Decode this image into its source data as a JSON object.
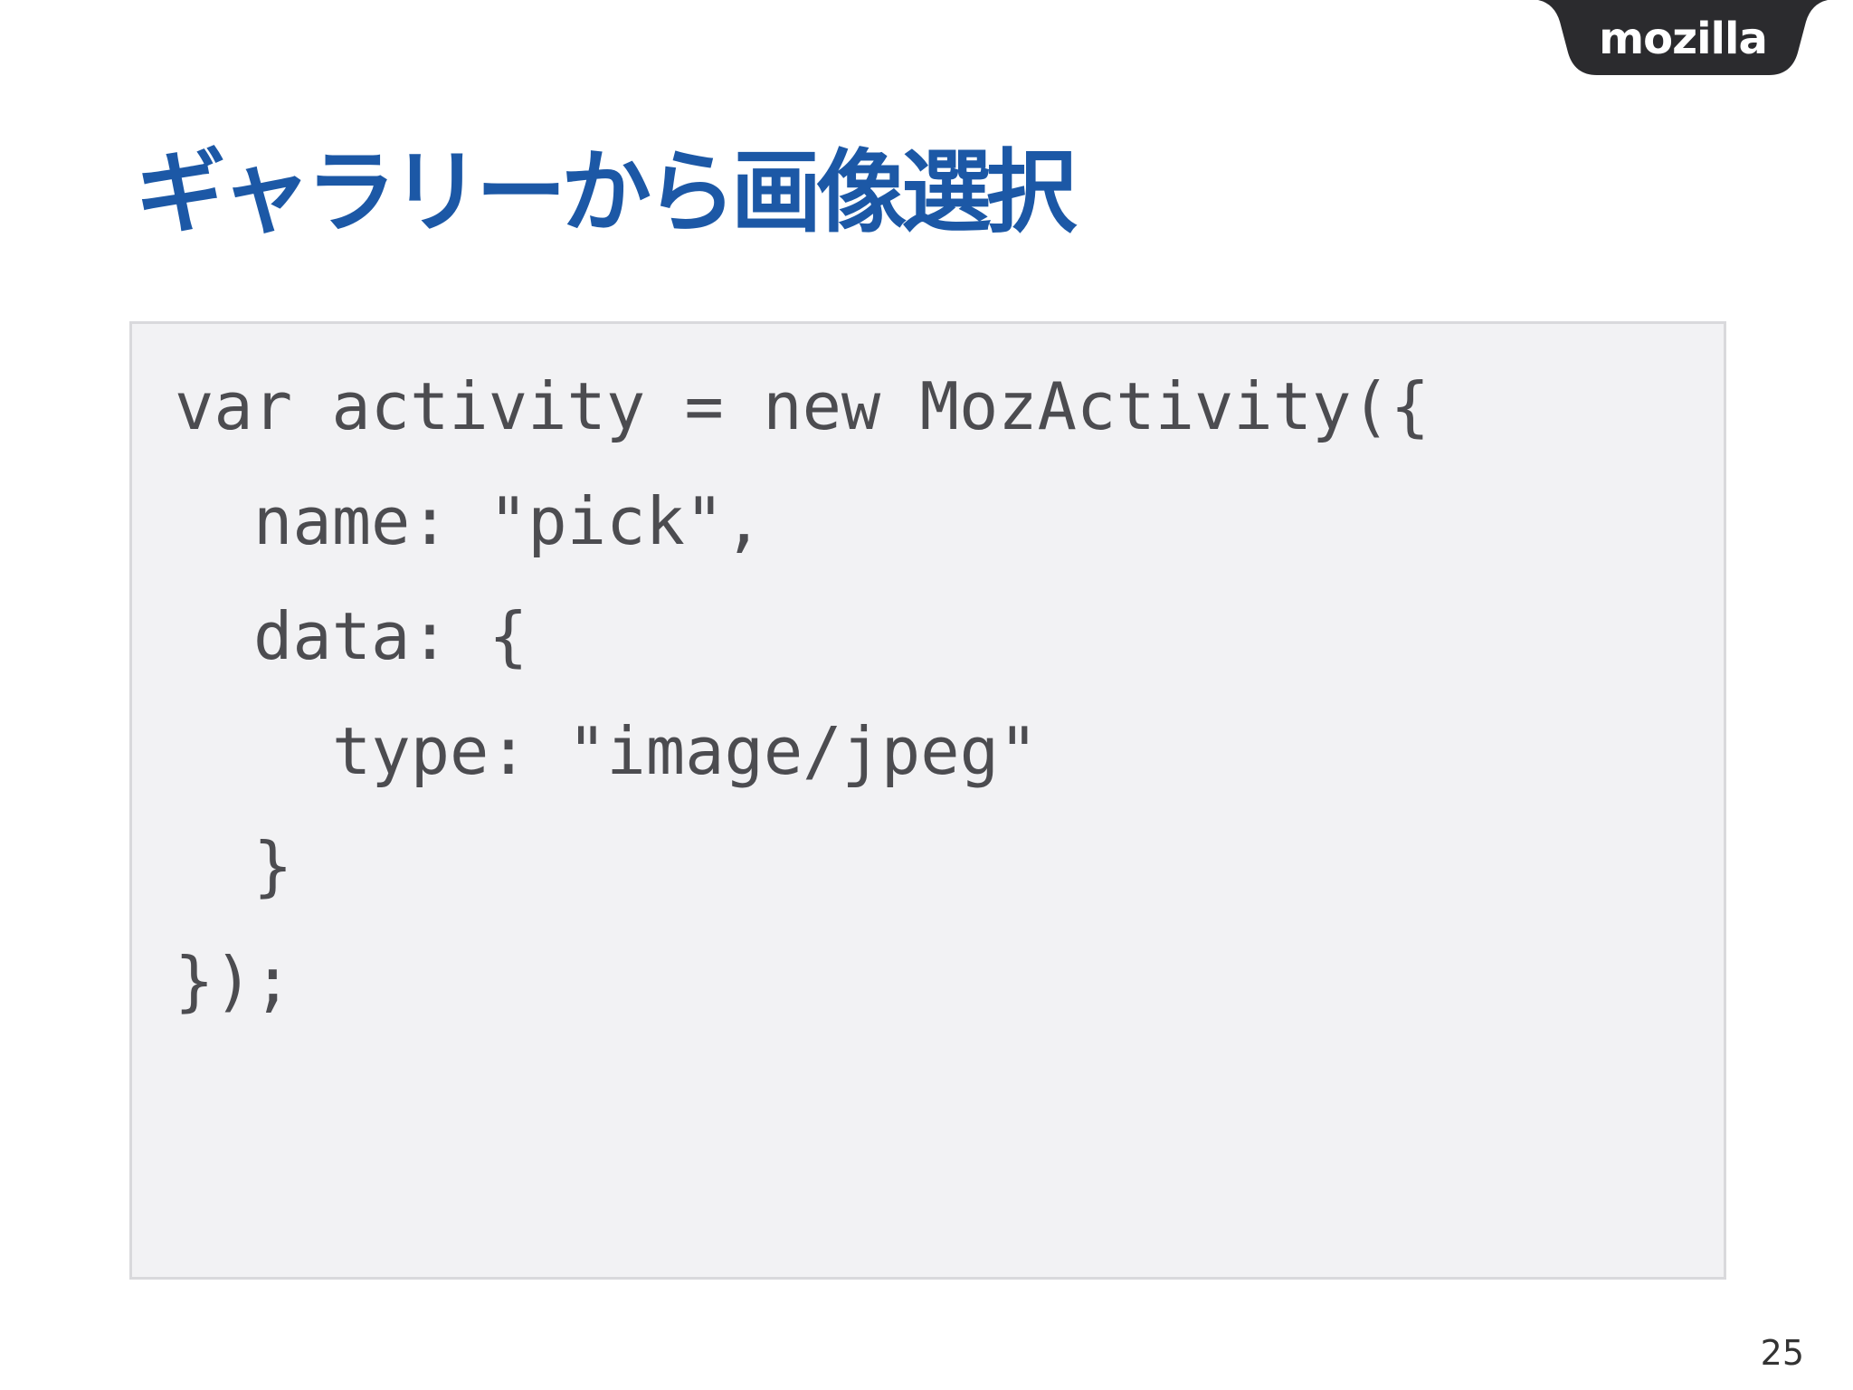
{
  "brand": {
    "logo_text": "mozilla"
  },
  "slide": {
    "title": "ギャラリーから画像選択",
    "page_number": "25"
  },
  "code": {
    "language": "javascript",
    "lines": [
      "var activity = new MozActivity({",
      "name: \"pick\",",
      "data: {",
      "type: \"image/jpeg\"",
      "}",
      "});"
    ]
  },
  "colors": {
    "title": "#1c58a6",
    "code_text": "#4c4c50",
    "code_background": "#f2f2f4",
    "code_border": "#d9d9dc",
    "logo_background": "#2b2b2e"
  }
}
